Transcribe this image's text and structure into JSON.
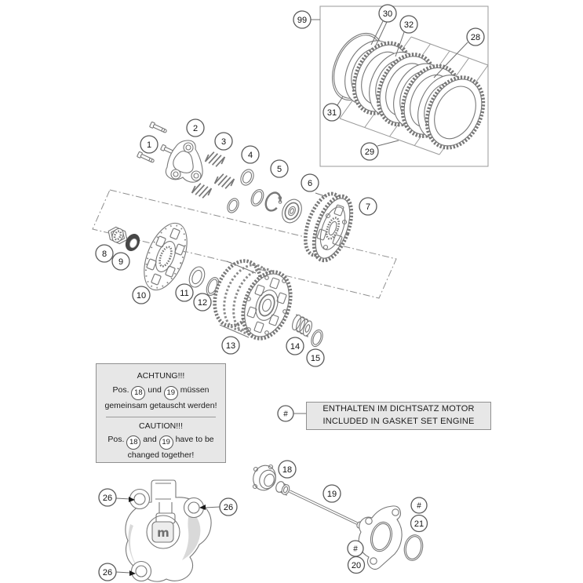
{
  "page": {
    "background": "#ffffff"
  },
  "diagram": {
    "line_color": "#787878",
    "box_fill": "#e7e7e7",
    "box_border": "#909090",
    "seal_color": "#474747"
  },
  "callouts": {
    "c1": "1",
    "c2": "2",
    "c3": "3",
    "c4": "4",
    "c5": "5",
    "c6": "6",
    "c7": "7",
    "c8": "8",
    "c9": "9",
    "c10": "10",
    "c11": "11",
    "c12": "12",
    "c13": "13",
    "c14": "14",
    "c15": "15",
    "c18": "18",
    "c19": "19",
    "c20": "20",
    "c21": "21",
    "c26": "26",
    "c28": "28",
    "c29": "29",
    "c30": "30",
    "c31": "31",
    "c32": "32",
    "c99": "99",
    "hash": "#"
  },
  "warning_box": {
    "title_de": "ACHTUNG!!!",
    "de_pre": "Pos.",
    "de_mid": "und",
    "de_tail": "müssen",
    "de_line2": "gemeinsam getauscht werden!",
    "title_en": "CAUTION!!!",
    "en_pre": "Pos.",
    "en_mid": "and",
    "en_tail": "have to be",
    "en_line2": "changed together!",
    "pos_a": "18",
    "pos_b": "19"
  },
  "gasket_box": {
    "marker": "#",
    "line1": "ENTHALTEN IM DICHTSATZ MOTOR",
    "line2": "INCLUDED IN GASKET SET ENGINE"
  },
  "slave_cylinder": {
    "logo": "m"
  }
}
